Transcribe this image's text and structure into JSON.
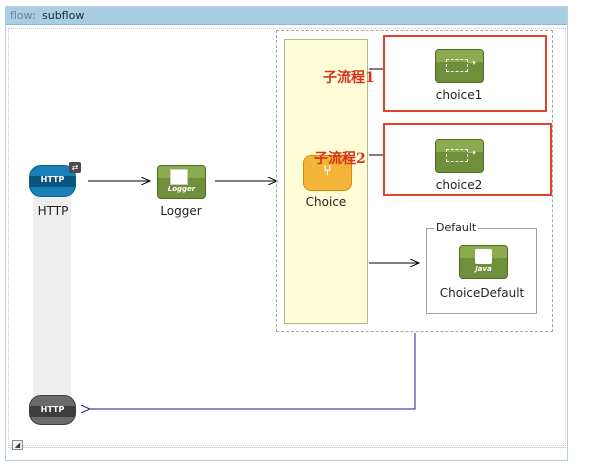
{
  "flow": {
    "prefix": "flow:",
    "name": "subflow"
  },
  "nodes": {
    "http_in": {
      "label": "HTTP",
      "icon_text": "HTTP"
    },
    "logger": {
      "label": "Logger",
      "icon_text": "Logger"
    },
    "choice": {
      "label": "Choice"
    },
    "route1": {
      "label": "choice1",
      "annotation": "子流程1"
    },
    "route2": {
      "label": "choice2",
      "annotation": "子流程2"
    },
    "default": {
      "group_label": "Default",
      "label": "ChoiceDefault",
      "icon_text": "Java"
    },
    "http_out": {
      "icon_text": "HTTP"
    }
  },
  "colors": {
    "annotation": "#d8321d",
    "return_wire": "#1e1e8a"
  },
  "icons": [
    "http-endpoint-icon",
    "exchange-pattern-icon",
    "logger-icon",
    "choice-router-icon",
    "flow-reference-icon",
    "java-component-icon"
  ]
}
